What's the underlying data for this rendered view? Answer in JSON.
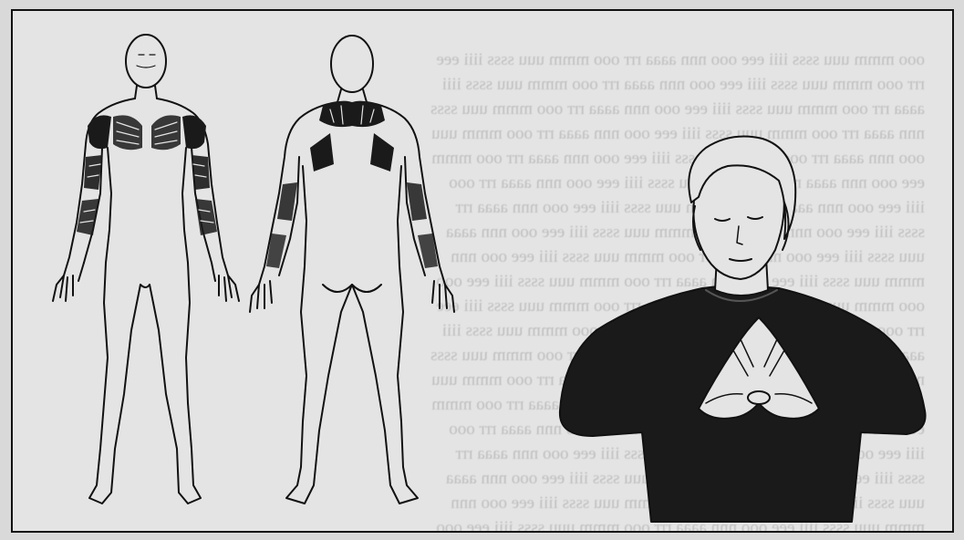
{
  "figure": {
    "panels": [
      {
        "id": "front-view",
        "subject": "standing human figure, front view, shaded arm and chest muscles"
      },
      {
        "id": "back-view",
        "subject": "standing human figure, back view, shaded shoulder and arm areas"
      },
      {
        "id": "prayer-pose",
        "subject": "person with eyes closed, hands joined in front of chest"
      }
    ]
  },
  "colors": {
    "ink": "#111111",
    "paper": "#e4e4e4",
    "shade": "#1a1a1a"
  }
}
